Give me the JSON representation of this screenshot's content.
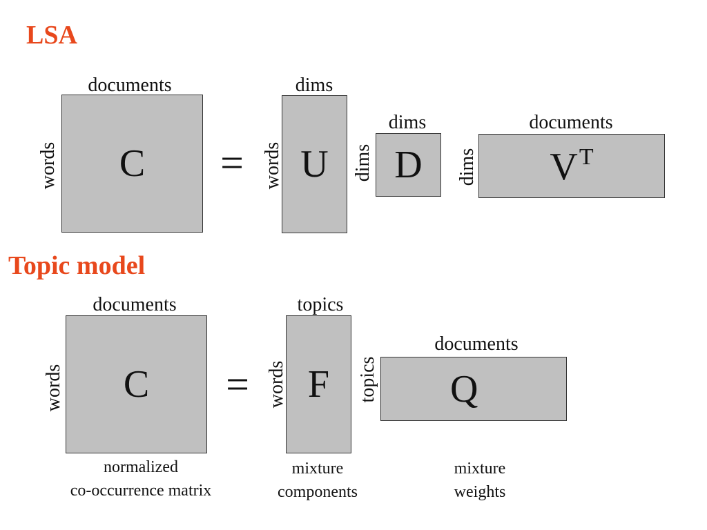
{
  "colors": {
    "heading": "#e8481c",
    "matrix_fill": "#c0c0c0"
  },
  "lsa": {
    "title": "LSA",
    "C": {
      "symbol": "C",
      "top": "documents",
      "side": "words"
    },
    "equals": "=",
    "U": {
      "symbol": "U",
      "top": "dims",
      "side": "words"
    },
    "D": {
      "symbol": "D",
      "top": "dims",
      "side": "dims"
    },
    "V": {
      "symbol": "V",
      "superscript": "T",
      "top": "documents",
      "side": "dims"
    }
  },
  "topic": {
    "title": "Topic model",
    "C": {
      "symbol": "C",
      "top": "documents",
      "side": "words",
      "caption_line1": "normalized",
      "caption_line2": "co-occurrence matrix"
    },
    "equals": "=",
    "F": {
      "symbol": "F",
      "top": "topics",
      "side": "words",
      "caption_line1": "mixture",
      "caption_line2": "components"
    },
    "Q": {
      "symbol": "Q",
      "top": "documents",
      "side": "topics",
      "caption_line1": "mixture",
      "caption_line2": "weights"
    }
  }
}
